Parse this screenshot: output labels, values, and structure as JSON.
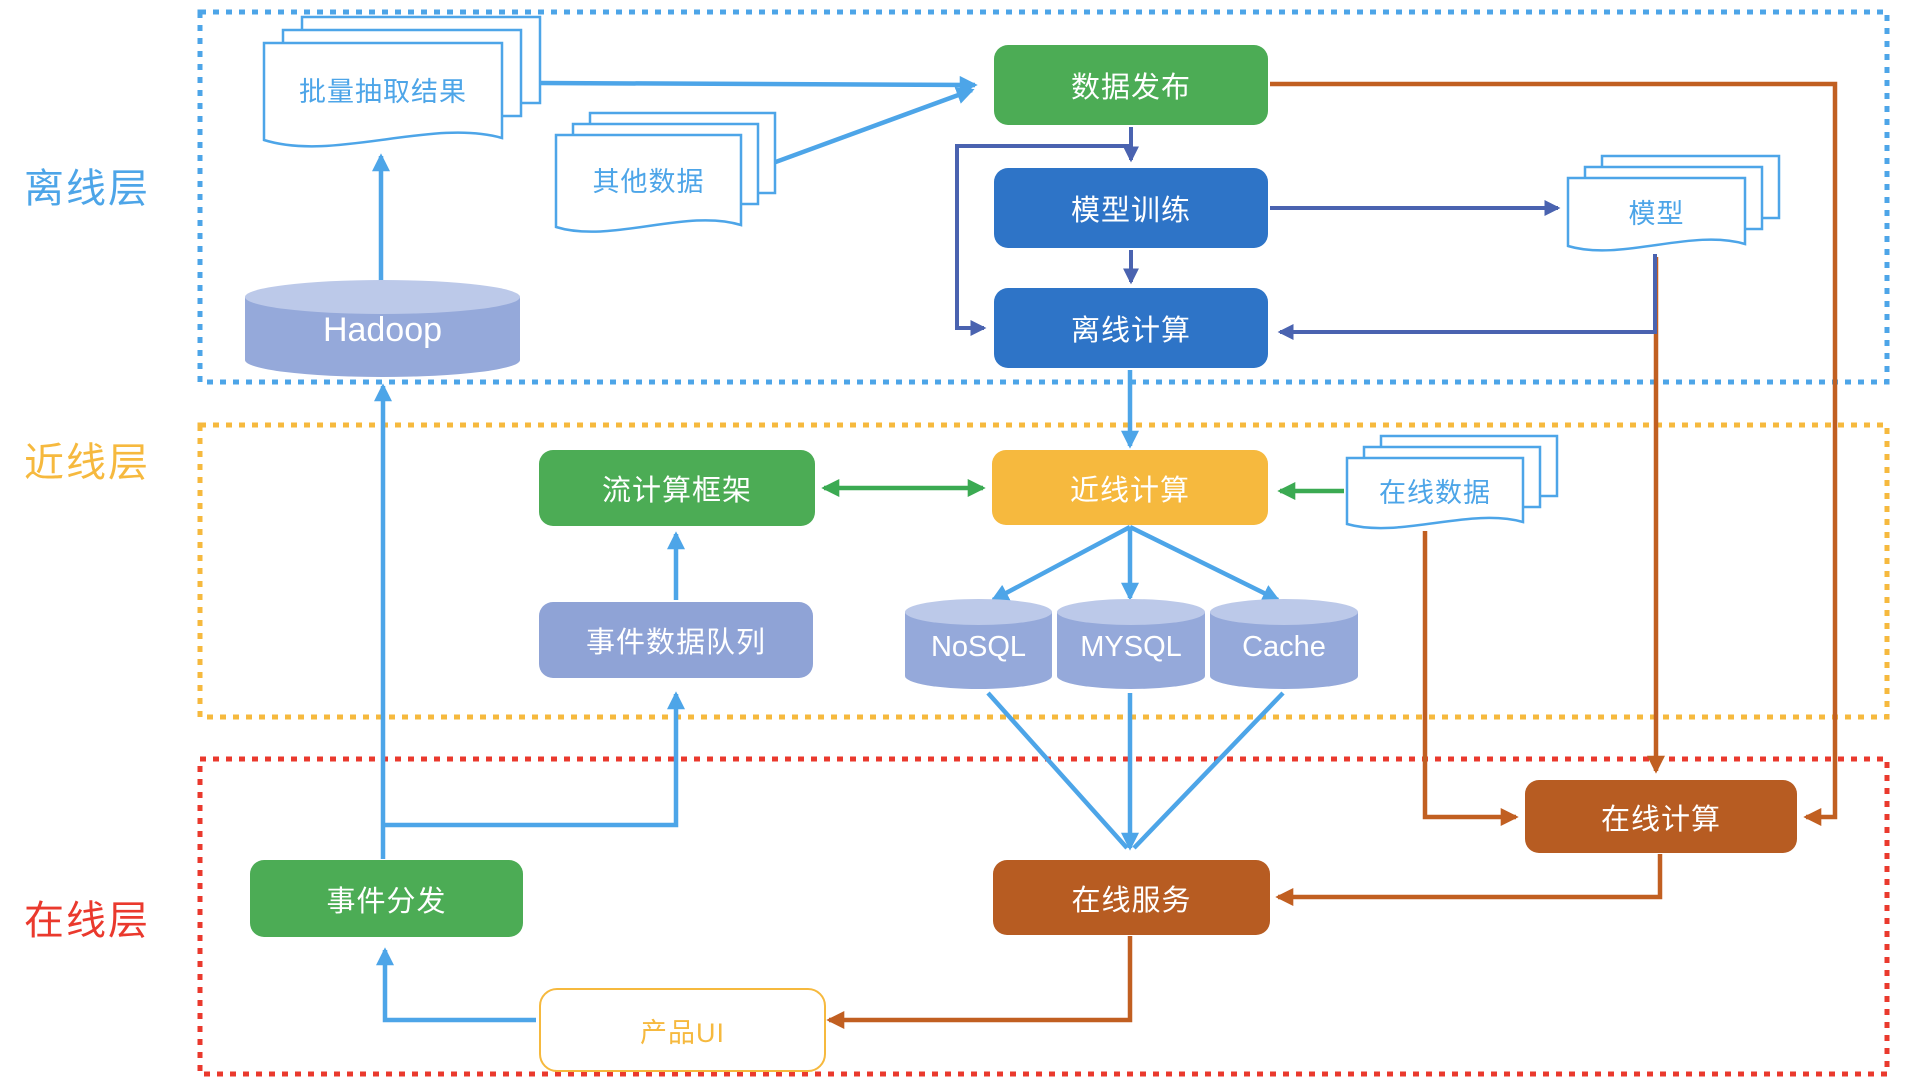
{
  "layers": [
    {
      "id": "offline",
      "label": "离线层",
      "border_color": "#4DA5E8"
    },
    {
      "id": "nearline",
      "label": "近线层",
      "border_color": "#F6B93E"
    },
    {
      "id": "online",
      "label": "在线层",
      "border_color": "#EA392D"
    }
  ],
  "nodes": {
    "data_publish": {
      "label": "数据发布",
      "layer": "offline",
      "shape": "rounded-rect",
      "fill": "green"
    },
    "model_training": {
      "label": "模型训练",
      "layer": "offline",
      "shape": "rounded-rect",
      "fill": "blue"
    },
    "offline_compute": {
      "label": "离线计算",
      "layer": "offline",
      "shape": "rounded-rect",
      "fill": "blue"
    },
    "stream_framework": {
      "label": "流计算框架",
      "layer": "nearline",
      "shape": "rounded-rect",
      "fill": "green"
    },
    "nearline_compute": {
      "label": "近线计算",
      "layer": "nearline",
      "shape": "rounded-rect",
      "fill": "yellow"
    },
    "event_queue": {
      "label": "事件数据队列",
      "layer": "nearline",
      "shape": "rounded-rect",
      "fill": "periwinkle"
    },
    "event_dispatch": {
      "label": "事件分发",
      "layer": "online",
      "shape": "rounded-rect",
      "fill": "green"
    },
    "online_service": {
      "label": "在线服务",
      "layer": "online",
      "shape": "rounded-rect",
      "fill": "brown"
    },
    "online_compute": {
      "label": "在线计算",
      "layer": "online",
      "shape": "rounded-rect",
      "fill": "brown"
    },
    "product_ui": {
      "label": "产品UI",
      "layer": "online",
      "shape": "rounded-rect",
      "fill": "white-yellow-outline"
    }
  },
  "documents": {
    "batch_result": {
      "label": "批量抽取结果",
      "layer": "offline",
      "shape": "document-stack"
    },
    "other_data": {
      "label": "其他数据",
      "layer": "offline",
      "shape": "document-stack"
    },
    "model": {
      "label": "模型",
      "layer": "offline",
      "shape": "document-stack"
    },
    "online_data": {
      "label": "在线数据",
      "layer": "nearline",
      "shape": "document-stack"
    }
  },
  "datastores": {
    "hadoop": {
      "label": "Hadoop",
      "layer": "offline",
      "shape": "cylinder"
    },
    "nosql": {
      "label": "NoSQL",
      "layer": "nearline",
      "shape": "cylinder"
    },
    "mysql": {
      "label": "MYSQL",
      "layer": "nearline",
      "shape": "cylinder"
    },
    "cache": {
      "label": "Cache",
      "layer": "nearline",
      "shape": "cylinder"
    }
  },
  "edges": [
    {
      "from": "batch_result",
      "to": "data_publish",
      "color": "lightblue"
    },
    {
      "from": "other_data",
      "to": "data_publish",
      "color": "lightblue"
    },
    {
      "from": "hadoop",
      "to": "batch_result",
      "color": "lightblue"
    },
    {
      "from": "event_dispatch",
      "to": "hadoop",
      "color": "lightblue"
    },
    {
      "from": "event_dispatch",
      "to": "event_queue",
      "color": "lightblue"
    },
    {
      "from": "event_queue",
      "to": "stream_framework",
      "color": "lightblue"
    },
    {
      "from": "offline_compute",
      "to": "nearline_compute",
      "color": "lightblue"
    },
    {
      "from": "nearline_compute",
      "to": "nosql",
      "color": "lightblue"
    },
    {
      "from": "nearline_compute",
      "to": "mysql",
      "color": "lightblue"
    },
    {
      "from": "nearline_compute",
      "to": "cache",
      "color": "lightblue"
    },
    {
      "from": "nosql",
      "to": "online_service",
      "color": "lightblue"
    },
    {
      "from": "mysql",
      "to": "online_service",
      "color": "lightblue"
    },
    {
      "from": "cache",
      "to": "online_service",
      "color": "lightblue"
    },
    {
      "from": "product_ui",
      "to": "event_dispatch",
      "color": "lightblue"
    },
    {
      "from": "data_publish",
      "to": "model_training",
      "color": "indigo"
    },
    {
      "from": "data_publish",
      "to": "offline_compute",
      "color": "indigo"
    },
    {
      "from": "model_training",
      "to": "offline_compute",
      "color": "indigo"
    },
    {
      "from": "model_training",
      "to": "model",
      "color": "indigo"
    },
    {
      "from": "model",
      "to": "offline_compute",
      "color": "indigo"
    },
    {
      "from": "stream_framework",
      "to": "nearline_compute",
      "color": "green",
      "bidirectional": true
    },
    {
      "from": "online_data",
      "to": "nearline_compute",
      "color": "green"
    },
    {
      "from": "data_publish",
      "to": "online_compute",
      "color": "orange"
    },
    {
      "from": "model",
      "to": "online_compute",
      "color": "orange"
    },
    {
      "from": "online_data",
      "to": "online_compute",
      "color": "orange"
    },
    {
      "from": "online_compute",
      "to": "online_service",
      "color": "orange"
    },
    {
      "from": "online_service",
      "to": "product_ui",
      "color": "orange"
    }
  ],
  "colors": {
    "lightblue": "#4DA5E8",
    "indigo": "#4A63B0",
    "green": "#4CAC55",
    "greenarrow": "#3BAA52",
    "blue": "#2E74C7",
    "yellow": "#F6B93E",
    "brown": "#B75C22",
    "orange": "#C15F21",
    "red": "#EA392D",
    "periwinkle": "#8FA3D6",
    "cylbody": "#95A9DA",
    "cyltop": "#BCC9E9"
  }
}
